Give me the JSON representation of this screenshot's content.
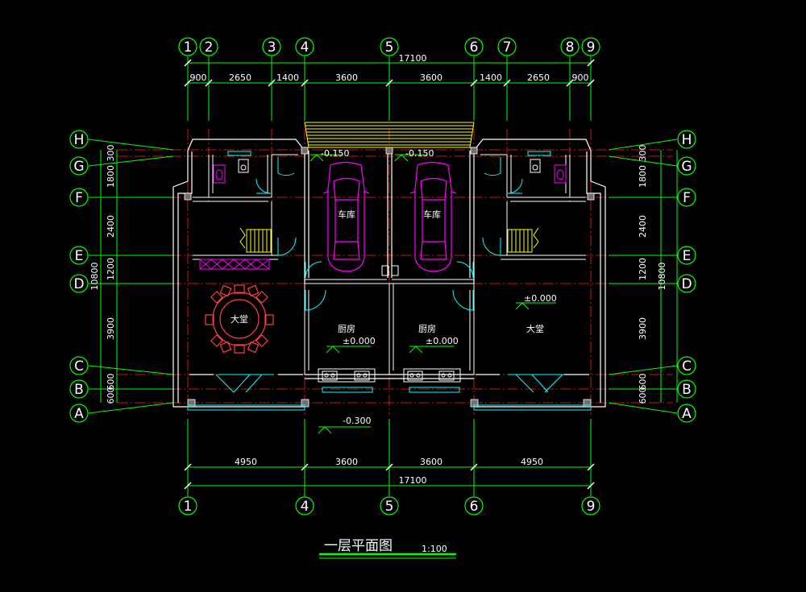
{
  "drawing": {
    "title": "一层平面图",
    "scale": "1:100"
  },
  "grid_top": [
    "1",
    "2",
    "3",
    "4",
    "5",
    "6",
    "7",
    "8",
    "9"
  ],
  "grid_bottom": [
    "1",
    "4",
    "5",
    "6",
    "9"
  ],
  "grid_rows": [
    "H",
    "G",
    "F",
    "E",
    "D",
    "C",
    "B",
    "A"
  ],
  "dims_top": [
    "900",
    "2650",
    "1400",
    "3600",
    "3600",
    "1400",
    "2650",
    "900"
  ],
  "dims_top_total": "17100",
  "dims_bottom": [
    "4950",
    "3600",
    "3600",
    "4950"
  ],
  "dims_bottom_total": "17100",
  "dims_left": [
    "300",
    "1800",
    "2400",
    "1200",
    "3900",
    "600",
    "600"
  ],
  "dims_left_total": "10800",
  "dims_right": [
    "300",
    "1800",
    "2400",
    "1200",
    "3900",
    "600",
    "600"
  ],
  "dims_right_total": "10800",
  "rooms": {
    "garage_left": "车库",
    "garage_right": "车库",
    "hall_left": "大堂",
    "hall_right": "大堂",
    "kitchen_left": "厨房",
    "kitchen_right": "厨房"
  },
  "levels": {
    "garage_left": "-0.150",
    "garage_right": "-0.150",
    "kitchen_left": "±0.000",
    "kitchen_right": "±0.000",
    "hall_right": "±0.000",
    "outdoor": "-0.300"
  },
  "colors": {
    "background": "#000000",
    "grid_axis": "#00ff00",
    "axis_line": "#ff0000",
    "wall": "#ffffff",
    "furniture": "#ff00ff",
    "stair": "#ffff00",
    "window": "#00ffff",
    "table": "#ff4040"
  }
}
